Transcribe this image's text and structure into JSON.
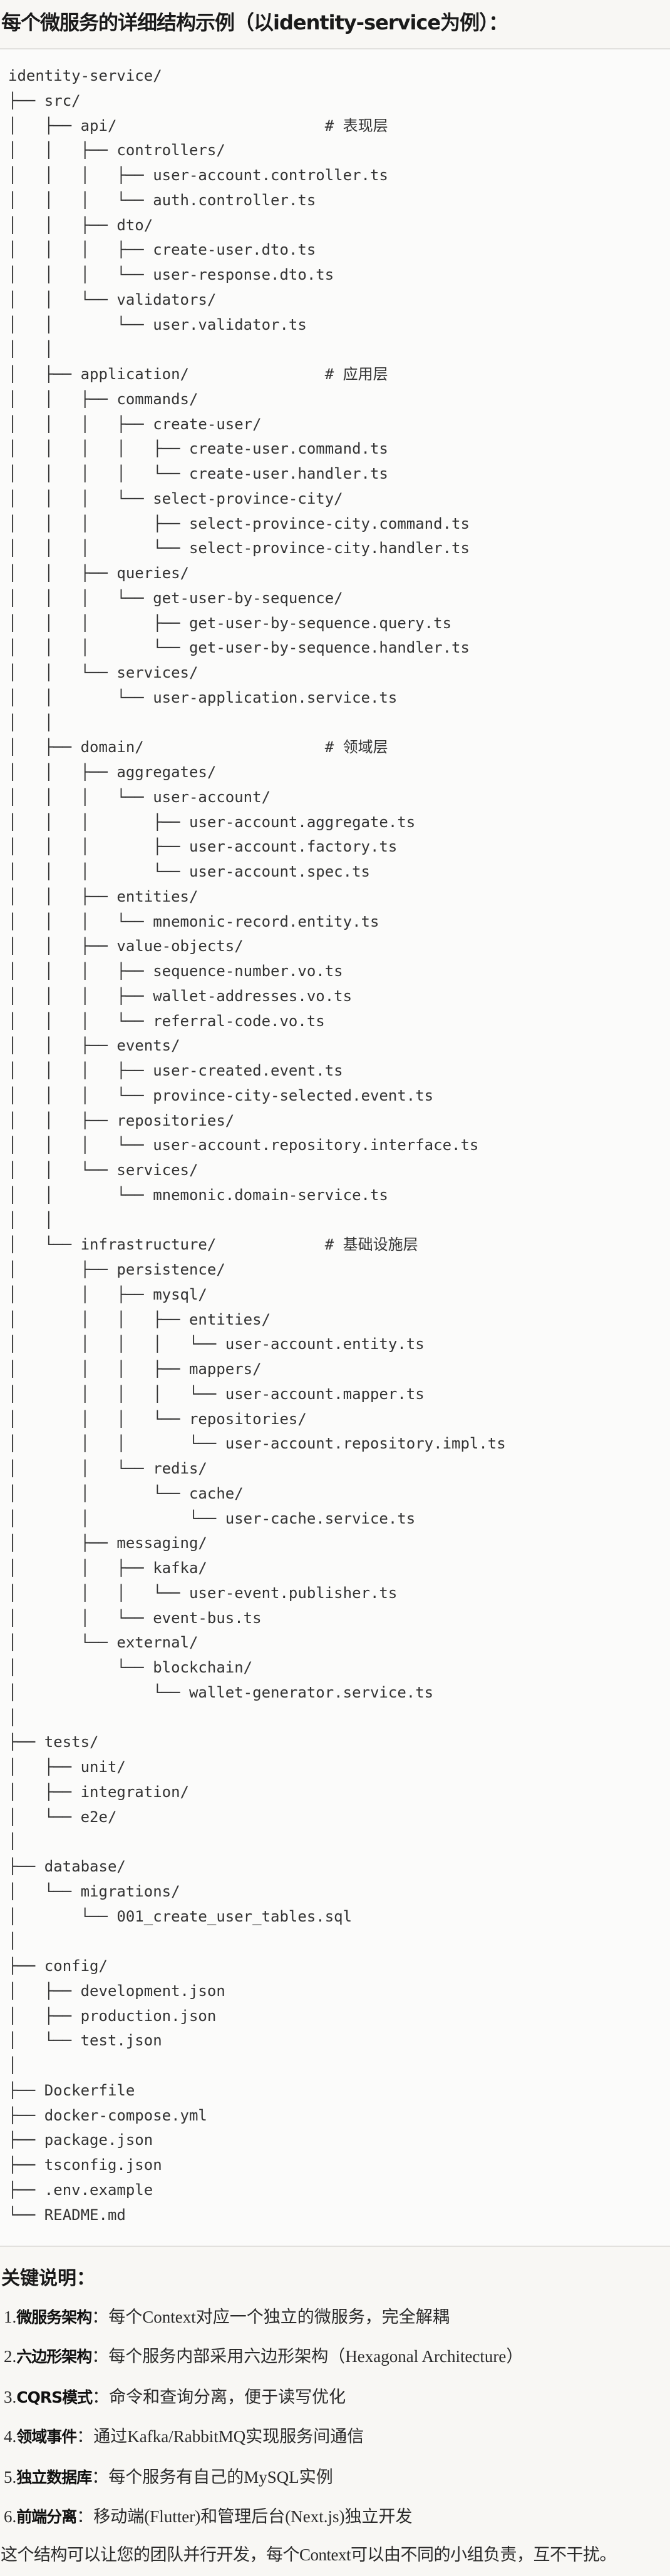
{
  "title": "每个微服务的详细结构示例（以identity-service为例）：",
  "tree": [
    {
      "t": "identity-service/",
      "c": ""
    },
    {
      "t": "├── src/",
      "c": ""
    },
    {
      "t": "│   ├── api/",
      "c": "# 表现层"
    },
    {
      "t": "│   │   ├── controllers/",
      "c": ""
    },
    {
      "t": "│   │   │   ├── user-account.controller.ts",
      "c": ""
    },
    {
      "t": "│   │   │   └── auth.controller.ts",
      "c": ""
    },
    {
      "t": "│   │   ├── dto/",
      "c": ""
    },
    {
      "t": "│   │   │   ├── create-user.dto.ts",
      "c": ""
    },
    {
      "t": "│   │   │   └── user-response.dto.ts",
      "c": ""
    },
    {
      "t": "│   │   └── validators/",
      "c": ""
    },
    {
      "t": "│   │       └── user.validator.ts",
      "c": ""
    },
    {
      "t": "│   │",
      "c": ""
    },
    {
      "t": "│   ├── application/",
      "c": "# 应用层"
    },
    {
      "t": "│   │   ├── commands/",
      "c": ""
    },
    {
      "t": "│   │   │   ├── create-user/",
      "c": ""
    },
    {
      "t": "│   │   │   │   ├── create-user.command.ts",
      "c": ""
    },
    {
      "t": "│   │   │   │   └── create-user.handler.ts",
      "c": ""
    },
    {
      "t": "│   │   │   └── select-province-city/",
      "c": ""
    },
    {
      "t": "│   │   │       ├── select-province-city.command.ts",
      "c": ""
    },
    {
      "t": "│   │   │       └── select-province-city.handler.ts",
      "c": ""
    },
    {
      "t": "│   │   ├── queries/",
      "c": ""
    },
    {
      "t": "│   │   │   └── get-user-by-sequence/",
      "c": ""
    },
    {
      "t": "│   │   │       ├── get-user-by-sequence.query.ts",
      "c": ""
    },
    {
      "t": "│   │   │       └── get-user-by-sequence.handler.ts",
      "c": ""
    },
    {
      "t": "│   │   └── services/",
      "c": ""
    },
    {
      "t": "│   │       └── user-application.service.ts",
      "c": ""
    },
    {
      "t": "│   │",
      "c": ""
    },
    {
      "t": "│   ├── domain/",
      "c": "# 领域层"
    },
    {
      "t": "│   │   ├── aggregates/",
      "c": ""
    },
    {
      "t": "│   │   │   └── user-account/",
      "c": ""
    },
    {
      "t": "│   │   │       ├── user-account.aggregate.ts",
      "c": ""
    },
    {
      "t": "│   │   │       ├── user-account.factory.ts",
      "c": ""
    },
    {
      "t": "│   │   │       └── user-account.spec.ts",
      "c": ""
    },
    {
      "t": "│   │   ├── entities/",
      "c": ""
    },
    {
      "t": "│   │   │   └── mnemonic-record.entity.ts",
      "c": ""
    },
    {
      "t": "│   │   ├── value-objects/",
      "c": ""
    },
    {
      "t": "│   │   │   ├── sequence-number.vo.ts",
      "c": ""
    },
    {
      "t": "│   │   │   ├── wallet-addresses.vo.ts",
      "c": ""
    },
    {
      "t": "│   │   │   └── referral-code.vo.ts",
      "c": ""
    },
    {
      "t": "│   │   ├── events/",
      "c": ""
    },
    {
      "t": "│   │   │   ├── user-created.event.ts",
      "c": ""
    },
    {
      "t": "│   │   │   └── province-city-selected.event.ts",
      "c": ""
    },
    {
      "t": "│   │   ├── repositories/",
      "c": ""
    },
    {
      "t": "│   │   │   └── user-account.repository.interface.ts",
      "c": ""
    },
    {
      "t": "│   │   └── services/",
      "c": ""
    },
    {
      "t": "│   │       └── mnemonic.domain-service.ts",
      "c": ""
    },
    {
      "t": "│   │",
      "c": ""
    },
    {
      "t": "│   └── infrastructure/",
      "c": "# 基础设施层"
    },
    {
      "t": "│       ├── persistence/",
      "c": ""
    },
    {
      "t": "│       │   ├── mysql/",
      "c": ""
    },
    {
      "t": "│       │   │   ├── entities/",
      "c": ""
    },
    {
      "t": "│       │   │   │   └── user-account.entity.ts",
      "c": ""
    },
    {
      "t": "│       │   │   ├── mappers/",
      "c": ""
    },
    {
      "t": "│       │   │   │   └── user-account.mapper.ts",
      "c": ""
    },
    {
      "t": "│       │   │   └── repositories/",
      "c": ""
    },
    {
      "t": "│       │   │       └── user-account.repository.impl.ts",
      "c": ""
    },
    {
      "t": "│       │   └── redis/",
      "c": ""
    },
    {
      "t": "│       │       └── cache/",
      "c": ""
    },
    {
      "t": "│       │           └── user-cache.service.ts",
      "c": ""
    },
    {
      "t": "│       ├── messaging/",
      "c": ""
    },
    {
      "t": "│       │   ├── kafka/",
      "c": ""
    },
    {
      "t": "│       │   │   └── user-event.publisher.ts",
      "c": ""
    },
    {
      "t": "│       │   └── event-bus.ts",
      "c": ""
    },
    {
      "t": "│       └── external/",
      "c": ""
    },
    {
      "t": "│           └── blockchain/",
      "c": ""
    },
    {
      "t": "│               └── wallet-generator.service.ts",
      "c": ""
    },
    {
      "t": "│",
      "c": ""
    },
    {
      "t": "├── tests/",
      "c": ""
    },
    {
      "t": "│   ├── unit/",
      "c": ""
    },
    {
      "t": "│   ├── integration/",
      "c": ""
    },
    {
      "t": "│   └── e2e/",
      "c": ""
    },
    {
      "t": "│",
      "c": ""
    },
    {
      "t": "├── database/",
      "c": ""
    },
    {
      "t": "│   └── migrations/",
      "c": ""
    },
    {
      "t": "│       └── 001_create_user_tables.sql",
      "c": ""
    },
    {
      "t": "│",
      "c": ""
    },
    {
      "t": "├── config/",
      "c": ""
    },
    {
      "t": "│   ├── development.json",
      "c": ""
    },
    {
      "t": "│   ├── production.json",
      "c": ""
    },
    {
      "t": "│   └── test.json",
      "c": ""
    },
    {
      "t": "│",
      "c": ""
    },
    {
      "t": "├── Dockerfile",
      "c": ""
    },
    {
      "t": "├── docker-compose.yml",
      "c": ""
    },
    {
      "t": "├── package.json",
      "c": ""
    },
    {
      "t": "├── tsconfig.json",
      "c": ""
    },
    {
      "t": "├── .env.example",
      "c": ""
    },
    {
      "t": "└── README.md",
      "c": ""
    }
  ],
  "notes": {
    "heading": "关键说明：",
    "items": [
      {
        "num": "1.",
        "label": "微服务架构",
        "sep": "：",
        "text": "每个Context对应一个独立的微服务，完全解耦"
      },
      {
        "num": "2.",
        "label": "六边形架构",
        "sep": "：",
        "text": "每个服务内部采用六边形架构（Hexagonal Architecture）"
      },
      {
        "num": "3.",
        "label": "CQRS模式",
        "sep": "：",
        "text": "命令和查询分离，便于读写优化"
      },
      {
        "num": "4.",
        "label": "领域事件",
        "sep": "：",
        "text": "通过Kafka/RabbitMQ实现服务间通信"
      },
      {
        "num": "5.",
        "label": "独立数据库",
        "sep": "：",
        "text": "每个服务有自己的MySQL实例"
      },
      {
        "num": "6.",
        "label": "前端分离",
        "sep": "：",
        "text": "移动端(Flutter)和管理后台(Next.js)独立开发"
      }
    ],
    "summary": "这个结构可以让您的团队并行开发，每个Context可以由不同的小组负责，互不干扰。"
  }
}
